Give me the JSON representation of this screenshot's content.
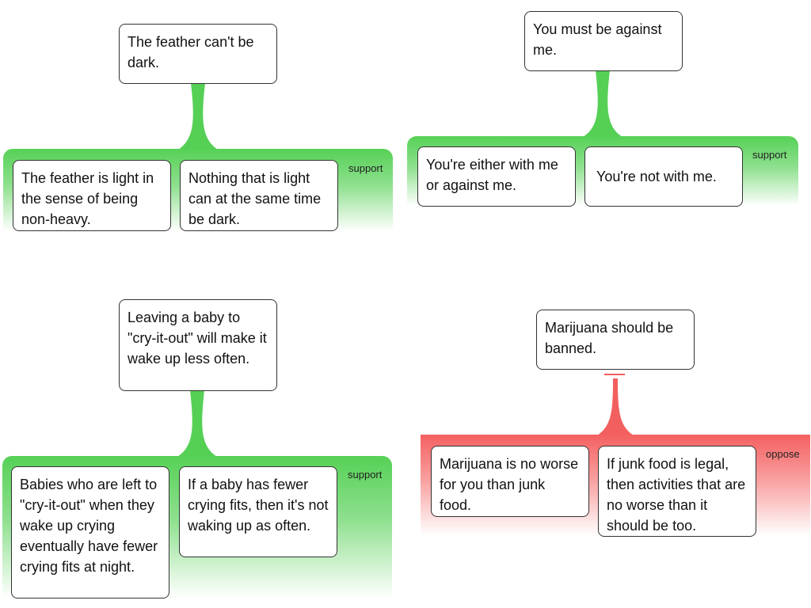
{
  "colors": {
    "support": "#55d055",
    "oppose": "#f25f5f",
    "border": "#333333"
  },
  "arguments": [
    {
      "claim": "The feather can't be dark.",
      "relation": "support",
      "premises": [
        "The feather is light in the sense of being non-heavy.",
        "Nothing that is light can at the same time be dark."
      ]
    },
    {
      "claim": "You must be against me.",
      "relation": "support",
      "premises": [
        "You're either with me or against me.",
        "You're not with me."
      ]
    },
    {
      "claim": "Leaving a baby to \"cry-it-out\" will make it wake up less often.",
      "relation": "support",
      "premises": [
        "Babies who are left to \"cry-it-out\" when they wake up crying eventually have fewer crying fits at night.",
        "If a baby has fewer crying fits, then it's not waking up as often."
      ]
    },
    {
      "claim": "Marijuana should be banned.",
      "relation": "oppose",
      "premises": [
        "Marijuana is no worse for you than junk food.",
        "If junk food is legal, then activities that are no worse than it should be too."
      ]
    }
  ]
}
